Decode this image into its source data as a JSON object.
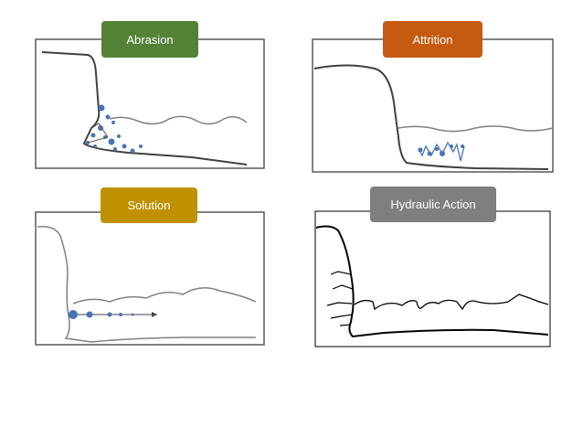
{
  "panels": [
    {
      "title": "Abrasion",
      "color": "#538135"
    },
    {
      "title": "Attrition",
      "color": "#c55a11"
    },
    {
      "title": "Solution",
      "color": "#bf9000"
    },
    {
      "title": "Hydraulic Action",
      "color": "#7f7f7f"
    }
  ]
}
